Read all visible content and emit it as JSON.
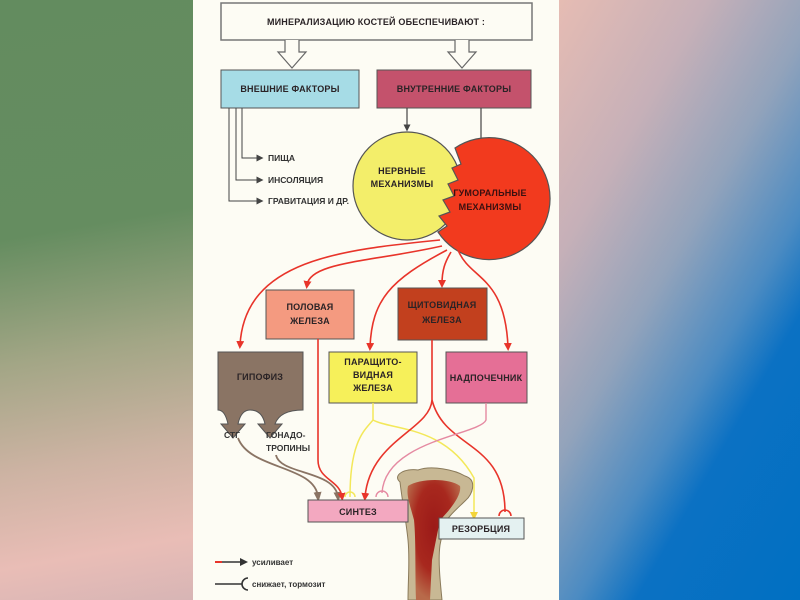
{
  "diagram": {
    "title": "МИНЕРАЛИЗАЦИЮ КОСТЕЙ ОБЕСПЕЧИВАЮТ :",
    "external_factors": {
      "label": "ВНЕШНИЕ ФАКТОРЫ",
      "color": "#a6dce6",
      "items": [
        "ПИЩА",
        "ИНСОЛЯЦИЯ",
        "ГРАВИТАЦИЯ И ДР."
      ]
    },
    "internal_factors": {
      "label": "ВНУТРЕННИЕ ФАКТОРЫ",
      "color": "#c4526c"
    },
    "nervous": {
      "line1": "НЕРВНЫЕ",
      "line2": "МЕХАНИЗМЫ",
      "color": "#f3ee6a"
    },
    "humoral": {
      "line1": "ГУМОРАЛЬНЫЕ",
      "line2": "МЕХАНИЗМЫ",
      "color": "#f23a1e"
    },
    "glands": {
      "gonad": {
        "line1": "ПОЛОВАЯ",
        "line2": "ЖЕЛЕЗА",
        "color": "#f49a80"
      },
      "thyroid": {
        "line1": "ЩИТОВИДНАЯ",
        "line2": "ЖЕЛЕЗА",
        "color": "#c2401e"
      },
      "pituitary": {
        "label": "ГИПОФИЗ",
        "color": "#8a7464"
      },
      "parathyroid": {
        "line1": "ПАРАЩИТО-",
        "line2": "ВИДНАЯ",
        "line3": "ЖЕЛЕЗА",
        "color": "#f6f05a"
      },
      "adrenal": {
        "label": "НАДПОЧЕЧНИК",
        "color": "#e56f96"
      }
    },
    "hormones": {
      "stg": "СТГ",
      "gonadotropins_line1": "ГОНАДО-",
      "gonadotropins_line2": "ТРОПИНЫ"
    },
    "synthesis": {
      "label": "СИНТЕЗ",
      "color": "#f3a8c0"
    },
    "resorption": {
      "label": "РЕЗОРБЦИЯ",
      "color": "#e4f1f1"
    },
    "legend": {
      "enhances": "усиливает",
      "reduces": "снижает, тормозит"
    },
    "arrow_colors": {
      "red": "#e8342a",
      "brown": "#8a7464",
      "yellow": "#f3e85a",
      "pink": "#e58aa2",
      "dark": "#4a4a4a"
    }
  }
}
